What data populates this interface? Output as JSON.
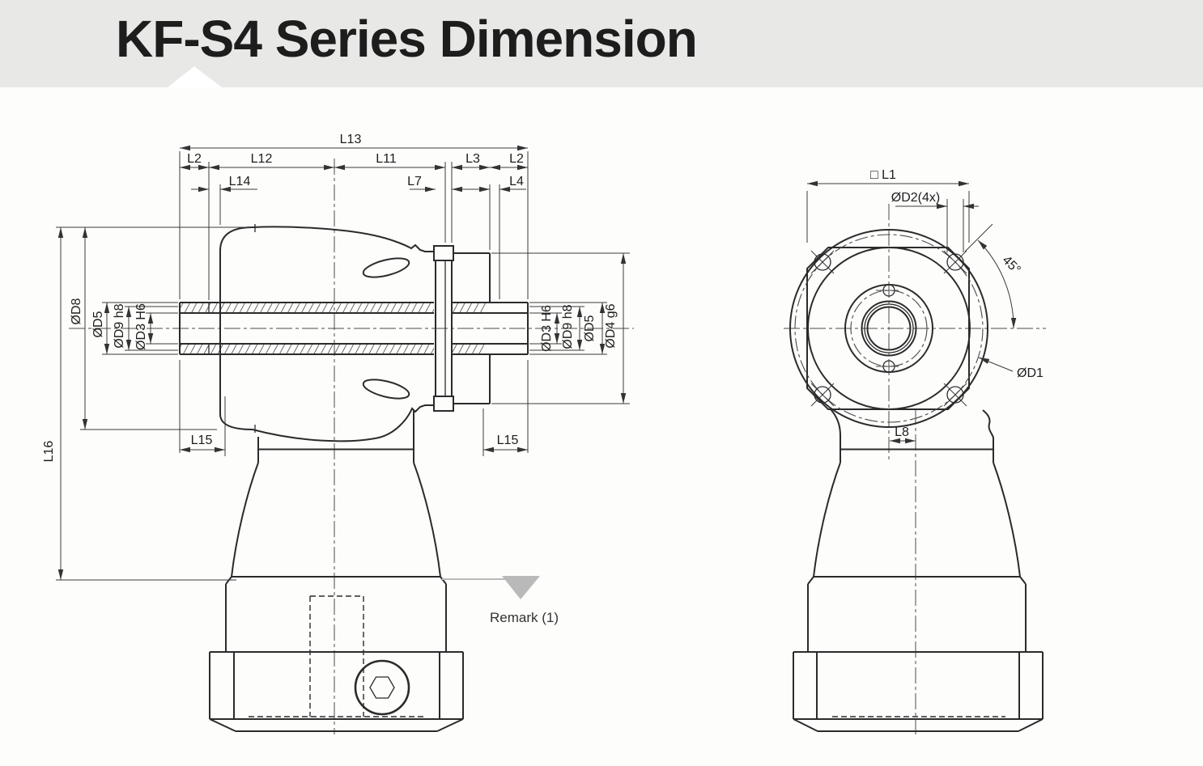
{
  "header": {
    "title": "KF-S4 Series Dimension"
  },
  "colors": {
    "title": "#1a4a80",
    "header_bg": "#e8e8e6",
    "line": "#2b2b2b",
    "annotation_gray": "#b9b9b9"
  },
  "side_view": {
    "top_dims": {
      "l13": "L13",
      "l2_left": "L2",
      "l12": "L12",
      "l11": "L11",
      "l3": "L3",
      "l2_right": "L2",
      "l14": "L14",
      "l7": "L7",
      "l4": "L4"
    },
    "left_dias": {
      "d8": "ØD8",
      "d5": "ØD5",
      "d9": "ØD9 h8",
      "d3": "ØD3 H6"
    },
    "right_dias": {
      "d3": "ØD3 H6",
      "d9": "ØD9 h8",
      "d5": "ØD5",
      "d4": "ØD4 g6"
    },
    "bottom_dims": {
      "l15_left": "L15",
      "l15_right": "L15",
      "l16": "L16"
    },
    "remark": "Remark (1)"
  },
  "front_view": {
    "l1": "□ L1",
    "d2": "ØD2(4x)",
    "angle45": "45°",
    "d1": "ØD1",
    "l8": "L8"
  }
}
